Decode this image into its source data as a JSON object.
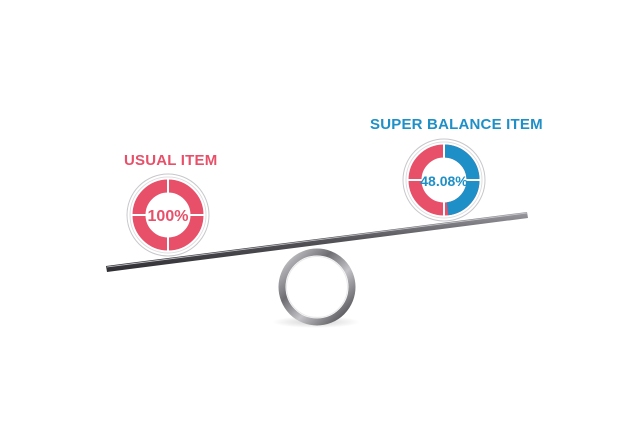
{
  "usual_item": {
    "title": "USUAL ITEM",
    "value_text": "100%",
    "value": 100,
    "color": "#e8506a"
  },
  "super_item": {
    "title": "SUPER BALANCE ITEM",
    "value_text": "48.08%",
    "value": 48.08,
    "color_primary": "#1e8fc7",
    "color_secondary": "#e8506a"
  },
  "colors": {
    "background": "#ffffff",
    "bar": "#5d5d62",
    "ring": "#8a8a8e",
    "gauge_track": "#c8c8cc"
  }
}
